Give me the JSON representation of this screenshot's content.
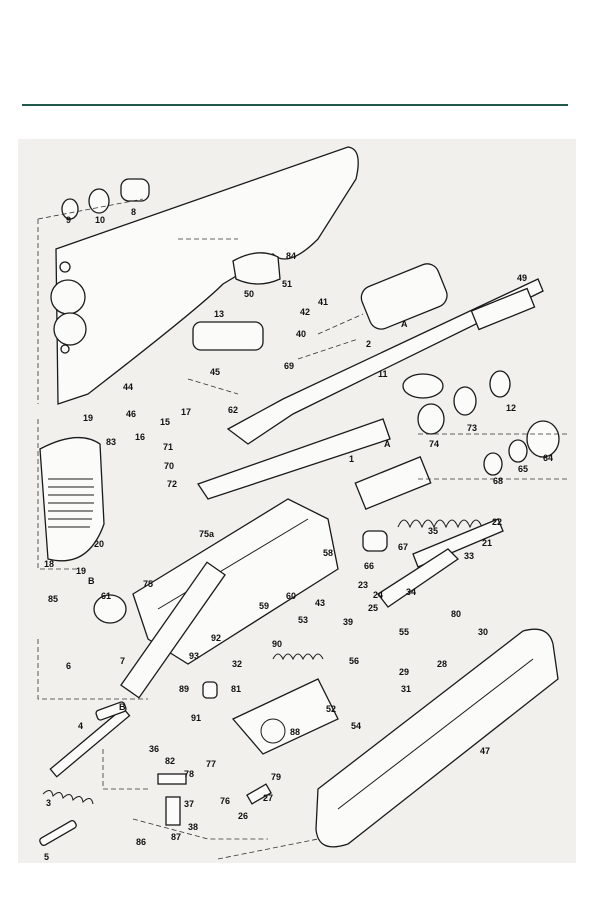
{
  "callouts": [
    "9",
    "10",
    "8",
    "84",
    "51",
    "50",
    "49",
    "41",
    "42",
    "13",
    "40",
    "2",
    "A",
    "69",
    "11",
    "45",
    "44",
    "62",
    "46",
    "17",
    "15",
    "12",
    "19",
    "16",
    "83",
    "A",
    "1",
    "74",
    "73",
    "71",
    "70",
    "72",
    "64",
    "65",
    "68",
    "20",
    "22",
    "75a",
    "35",
    "21",
    "33",
    "67",
    "66",
    "18",
    "19",
    "B",
    "85",
    "75",
    "58",
    "23",
    "24",
    "34",
    "61",
    "60",
    "43",
    "59",
    "25",
    "80",
    "53",
    "39",
    "92",
    "90",
    "55",
    "30",
    "6",
    "7",
    "93",
    "32",
    "56",
    "28",
    "29",
    "89",
    "81",
    "31",
    "B",
    "4",
    "91",
    "52",
    "54",
    "88",
    "36",
    "82",
    "77",
    "78",
    "79",
    "3",
    "76",
    "37",
    "27",
    "26",
    "38",
    "87",
    "86",
    "5",
    "47"
  ]
}
